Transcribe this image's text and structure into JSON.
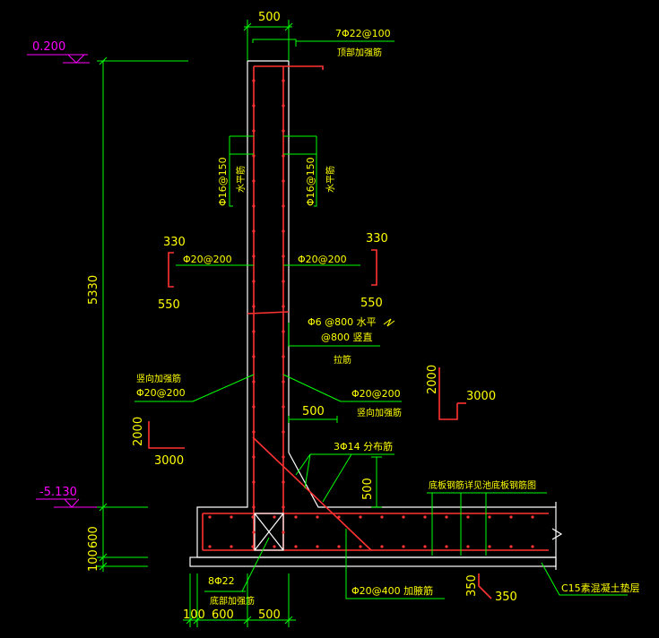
{
  "colors": {
    "background": "#000000",
    "dimension": "#00ff00",
    "text": "#ffff00",
    "outline": "#ffffff",
    "rebar": "#ff3333",
    "elevation": "#ff00ff"
  },
  "elevations": {
    "top": "0.200",
    "bottom": "-5.130"
  },
  "dimensions": {
    "wall_width": "500",
    "wall_height": "5330",
    "base_thickness": "600",
    "cushion": "100",
    "bottom_cushion": "100",
    "bottom_600": "600",
    "bottom_500": "500",
    "haunch_500_h": "500",
    "haunch_500_v": "500",
    "anchor_330_left": "330",
    "anchor_550_left": "550",
    "anchor_330_right": "330",
    "anchor_550_right": "550",
    "lap_2000_left": "2000",
    "lap_3000_left": "3000",
    "lap_2000_right": "2000",
    "lap_3000_right": "3000",
    "corner_350_v": "350",
    "corner_350_h": "350"
  },
  "notes": {
    "top_bar": "7Φ22@100",
    "top_bar_label": "顶部加强筋",
    "horiz_left_spec": "Φ16@150",
    "horiz_left_label": "水平筋",
    "horiz_right_spec": "Φ16@150",
    "horiz_right_label": "水平筋",
    "vert_left": "Φ20@200",
    "vert_right": "Φ20@200",
    "tie_spec_1": "Φ6 @800 水平",
    "tie_spec_2": "@800 竖直",
    "tie_label": "拉筋",
    "add_left_label": "竖向加强筋",
    "add_left_spec": "Φ20@200",
    "add_right_spec": "Φ20@200",
    "add_right_label": "竖向加强筋",
    "dist_bar": "3Φ14 分布筋",
    "base_note": "底板钢筋详见池底板钢筋图",
    "bottom_bars": "8Φ22",
    "bottom_bars_label": "底部加强筋",
    "haunch_bar": "Φ20@400 加腋筋",
    "cushion_note": "C15素混凝土垫层"
  }
}
